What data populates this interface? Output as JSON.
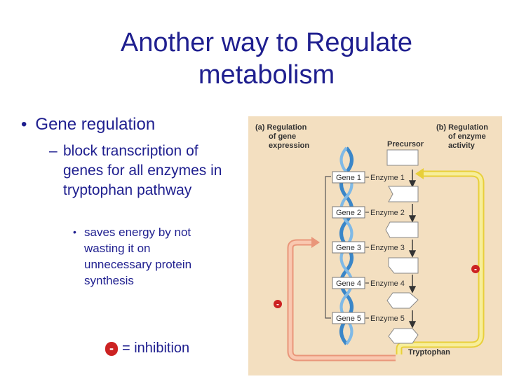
{
  "slide": {
    "title_line1": "Another way to Regulate",
    "title_line2": "metabolism",
    "bullet1": "Gene regulation",
    "bullet2": "block transcription of genes for all enzymes in tryptophan pathway",
    "bullet3": "saves energy by not wasting it on unnecessary protein synthesis",
    "legend_symbol": "-",
    "legend_text": "= inhibition"
  },
  "figure": {
    "label_a_line1": "(a) Regulation",
    "label_a_line2": "of gene",
    "label_a_line3": "expression",
    "label_b_line1": "(b) Regulation",
    "label_b_line2": "of enzyme",
    "label_b_line3": "activity",
    "precursor": "Precursor",
    "product": "Tryptophan",
    "genes": [
      "Gene 1",
      "Gene 2",
      "Gene 3",
      "Gene 4",
      "Gene 5"
    ],
    "enzymes": [
      "Enzyme 1",
      "Enzyme 2",
      "Enzyme 3",
      "Enzyme 4",
      "Enzyme 5"
    ],
    "inhibit_symbol": "-",
    "colors": {
      "background": "#f3dfc0",
      "feedback_gene": "#f7b89a",
      "feedback_enzyme": "#f3e27a",
      "dna_blue": "#3a86c8",
      "inhibit_red": "#cc2222"
    }
  }
}
